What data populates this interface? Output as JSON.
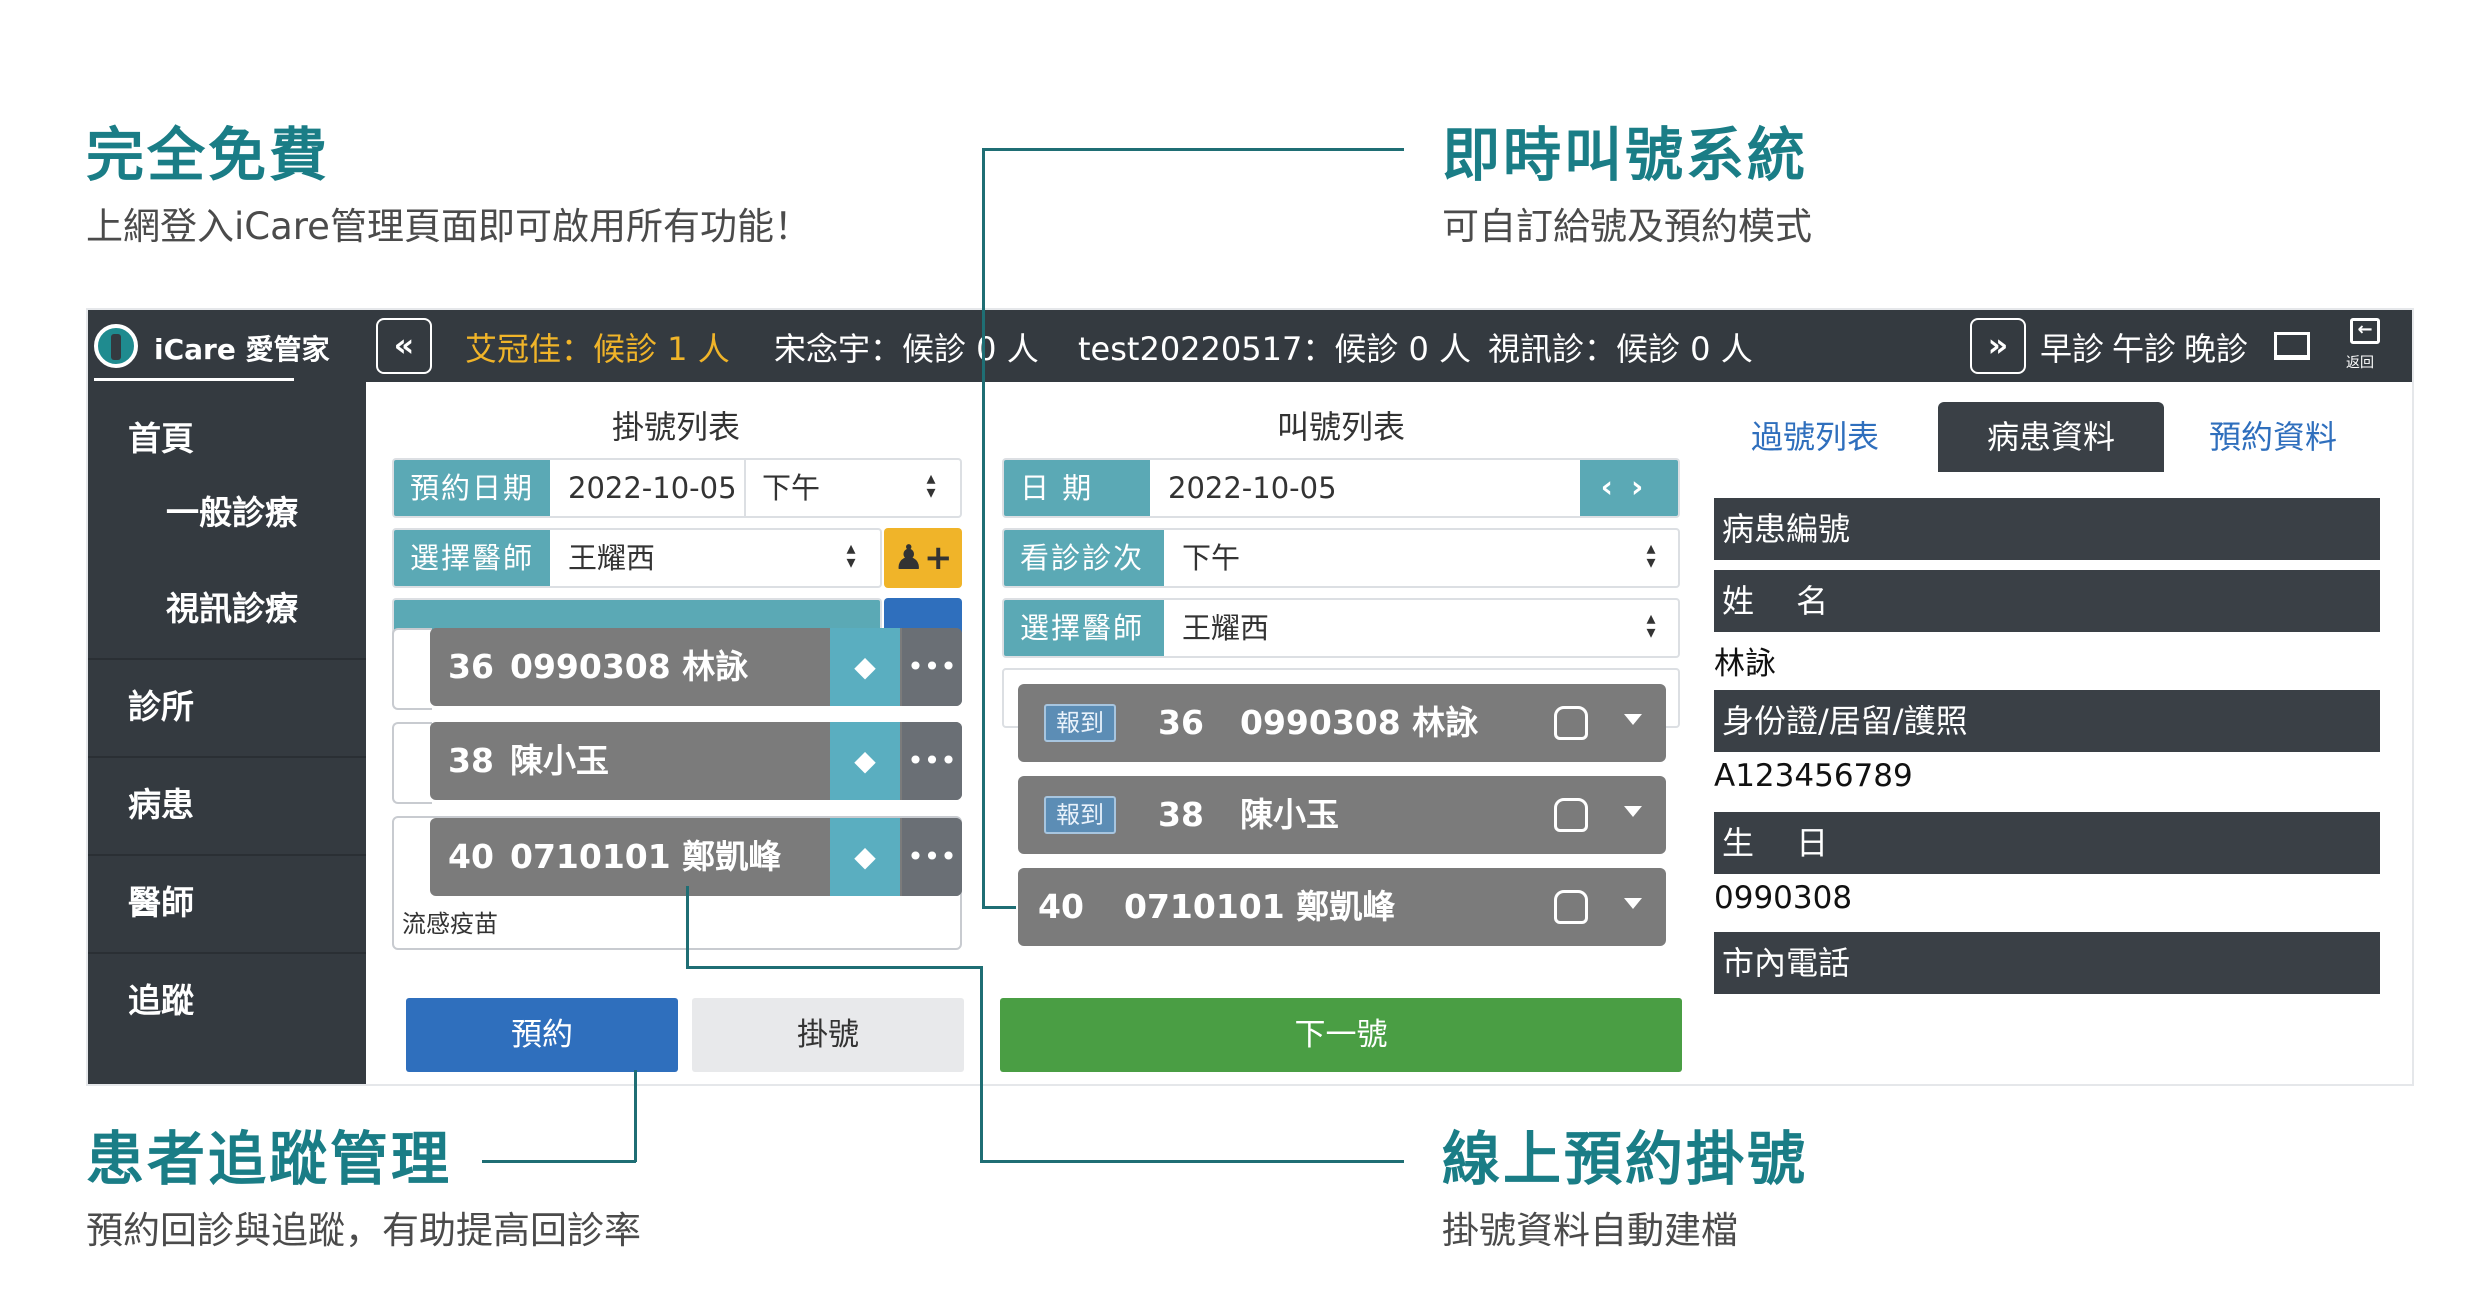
{
  "features": {
    "free": {
      "title": "完全免費",
      "subtitle": "上網登入iCare管理頁面即可啟用所有功能！"
    },
    "calling": {
      "title": "即時叫號系統",
      "subtitle": "可自訂給號及預約模式"
    },
    "tracking": {
      "title": "患者追蹤管理",
      "subtitle": "預約回診與追蹤，有助提高回診率"
    },
    "online": {
      "title": "線上預約掛號",
      "subtitle": "掛號資料自動建檔"
    }
  },
  "app": {
    "brand": "iCare 愛管家",
    "prev_label": "«",
    "next_label": "»",
    "queues": [
      {
        "label": "艾冠佳：候診 1 人"
      },
      {
        "label": "宋念宇：候診 0 人"
      },
      {
        "label": "test20220517：候診 0 人"
      },
      {
        "label": "視訊診：候診 0 人"
      }
    ],
    "sessions": {
      "morning": "早診",
      "afternoon": "午診",
      "evening": "晚診"
    },
    "back_label": "返回"
  },
  "sidebar": {
    "items": [
      {
        "label": "首頁"
      },
      {
        "label": "一般診療"
      },
      {
        "label": "視訊診療"
      },
      {
        "label": "診所"
      },
      {
        "label": "病患"
      },
      {
        "label": "醫師"
      },
      {
        "label": "追蹤"
      }
    ]
  },
  "registration": {
    "title": "掛號列表",
    "date_label": "預約日期",
    "date_value": "2022-10-05",
    "period_value": "下午",
    "doctor_label": "選擇醫師",
    "doctor_value": "王耀西",
    "entries": [
      {
        "number": "36",
        "text": "0990308 林詠"
      },
      {
        "number": "38",
        "text": "陳小玉"
      },
      {
        "number": "40",
        "text": "0710101 鄭凱峰"
      }
    ],
    "note": "流感疫苗",
    "reserve_button": "預約",
    "register_button": "掛號"
  },
  "calling": {
    "title": "叫號列表",
    "date_label": "日 期",
    "date_value": "2022-10-05",
    "session_label": "看診診次",
    "session_value": "下午",
    "doctor_label": "選擇醫師",
    "doctor_value": "王耀西",
    "checkin_badge": "報到",
    "entries": [
      {
        "number": "36",
        "text": "0990308 林詠"
      },
      {
        "number": "38",
        "text": "陳小玉"
      },
      {
        "number": "40",
        "text": "0710101 鄭凱峰"
      }
    ],
    "next_button": "下一號"
  },
  "patient": {
    "tabs": {
      "passed": "過號列表",
      "info": "病患資料",
      "reservation": "預約資料"
    },
    "fields": {
      "id_label": "病患編號",
      "name_label": "姓　 名",
      "name_value": "林詠",
      "idcard_label": "身份證/居留/護照",
      "idcard_value": "A123456789",
      "birthday_label": "生　 日",
      "birthday_value": "0990308",
      "phone_label": "市內電話"
    }
  },
  "colors": {
    "accent": "#1a7d86",
    "header_dark": "#343a40",
    "label_teal": "#5ba9b5",
    "queue_active": "#f0b429",
    "primary_blue": "#2f6fbd",
    "success_green": "#4a9e44"
  }
}
